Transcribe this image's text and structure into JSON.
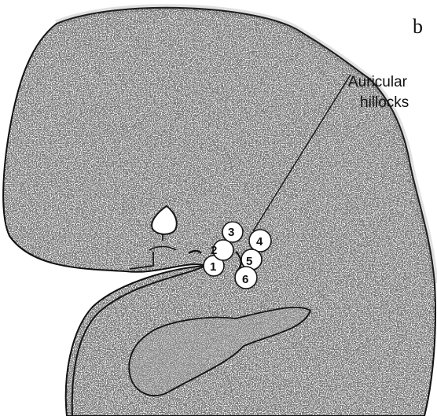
{
  "panel_label": "b",
  "label_lines": [
    "Auricular",
    "hillocks"
  ],
  "hillocks": [
    "1",
    "2",
    "3",
    "4",
    "5",
    "6"
  ],
  "colors": {
    "outline": "#151515",
    "stipple": "#6e6e6e",
    "background": "#ffffff"
  }
}
